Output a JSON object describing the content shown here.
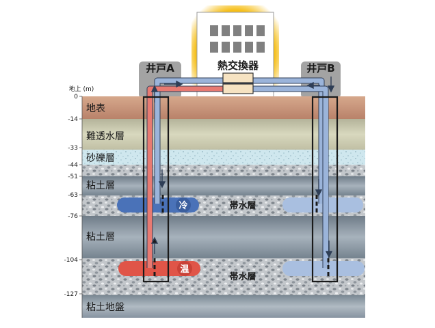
{
  "title": "熱交換器",
  "wells": {
    "a": "井戸A",
    "b": "井戸B"
  },
  "axis": {
    "label": "地上 (m)",
    "ticks": [
      "0",
      "-14",
      "-33",
      "-44",
      "-51",
      "-63",
      "-76",
      "-104",
      "-127"
    ]
  },
  "layers": {
    "surface": "地表",
    "aquitard": "難透水層",
    "gravel": "砂礫層",
    "clay1": "粘土層",
    "clay2": "粘土層",
    "base": "粘土地盤"
  },
  "aquifers": {
    "upper": "帯水層",
    "lower": "帯水層"
  },
  "badges": {
    "cold": "冷",
    "warm": "温"
  },
  "colors": {
    "surface": "#c89478",
    "aquitard": "#c7c6a8",
    "gravel": "#cfe6ec",
    "clay": "#8794a0",
    "aquifer": "#b9bdc2",
    "cold": "#4a72b8",
    "warm": "#e05548",
    "pipe_blue": "#9bb4da",
    "pipe_red": "#e87a72",
    "well_frame": "#222222",
    "hx_glow": "#f7c21a",
    "tower": "#a3a3a3"
  }
}
